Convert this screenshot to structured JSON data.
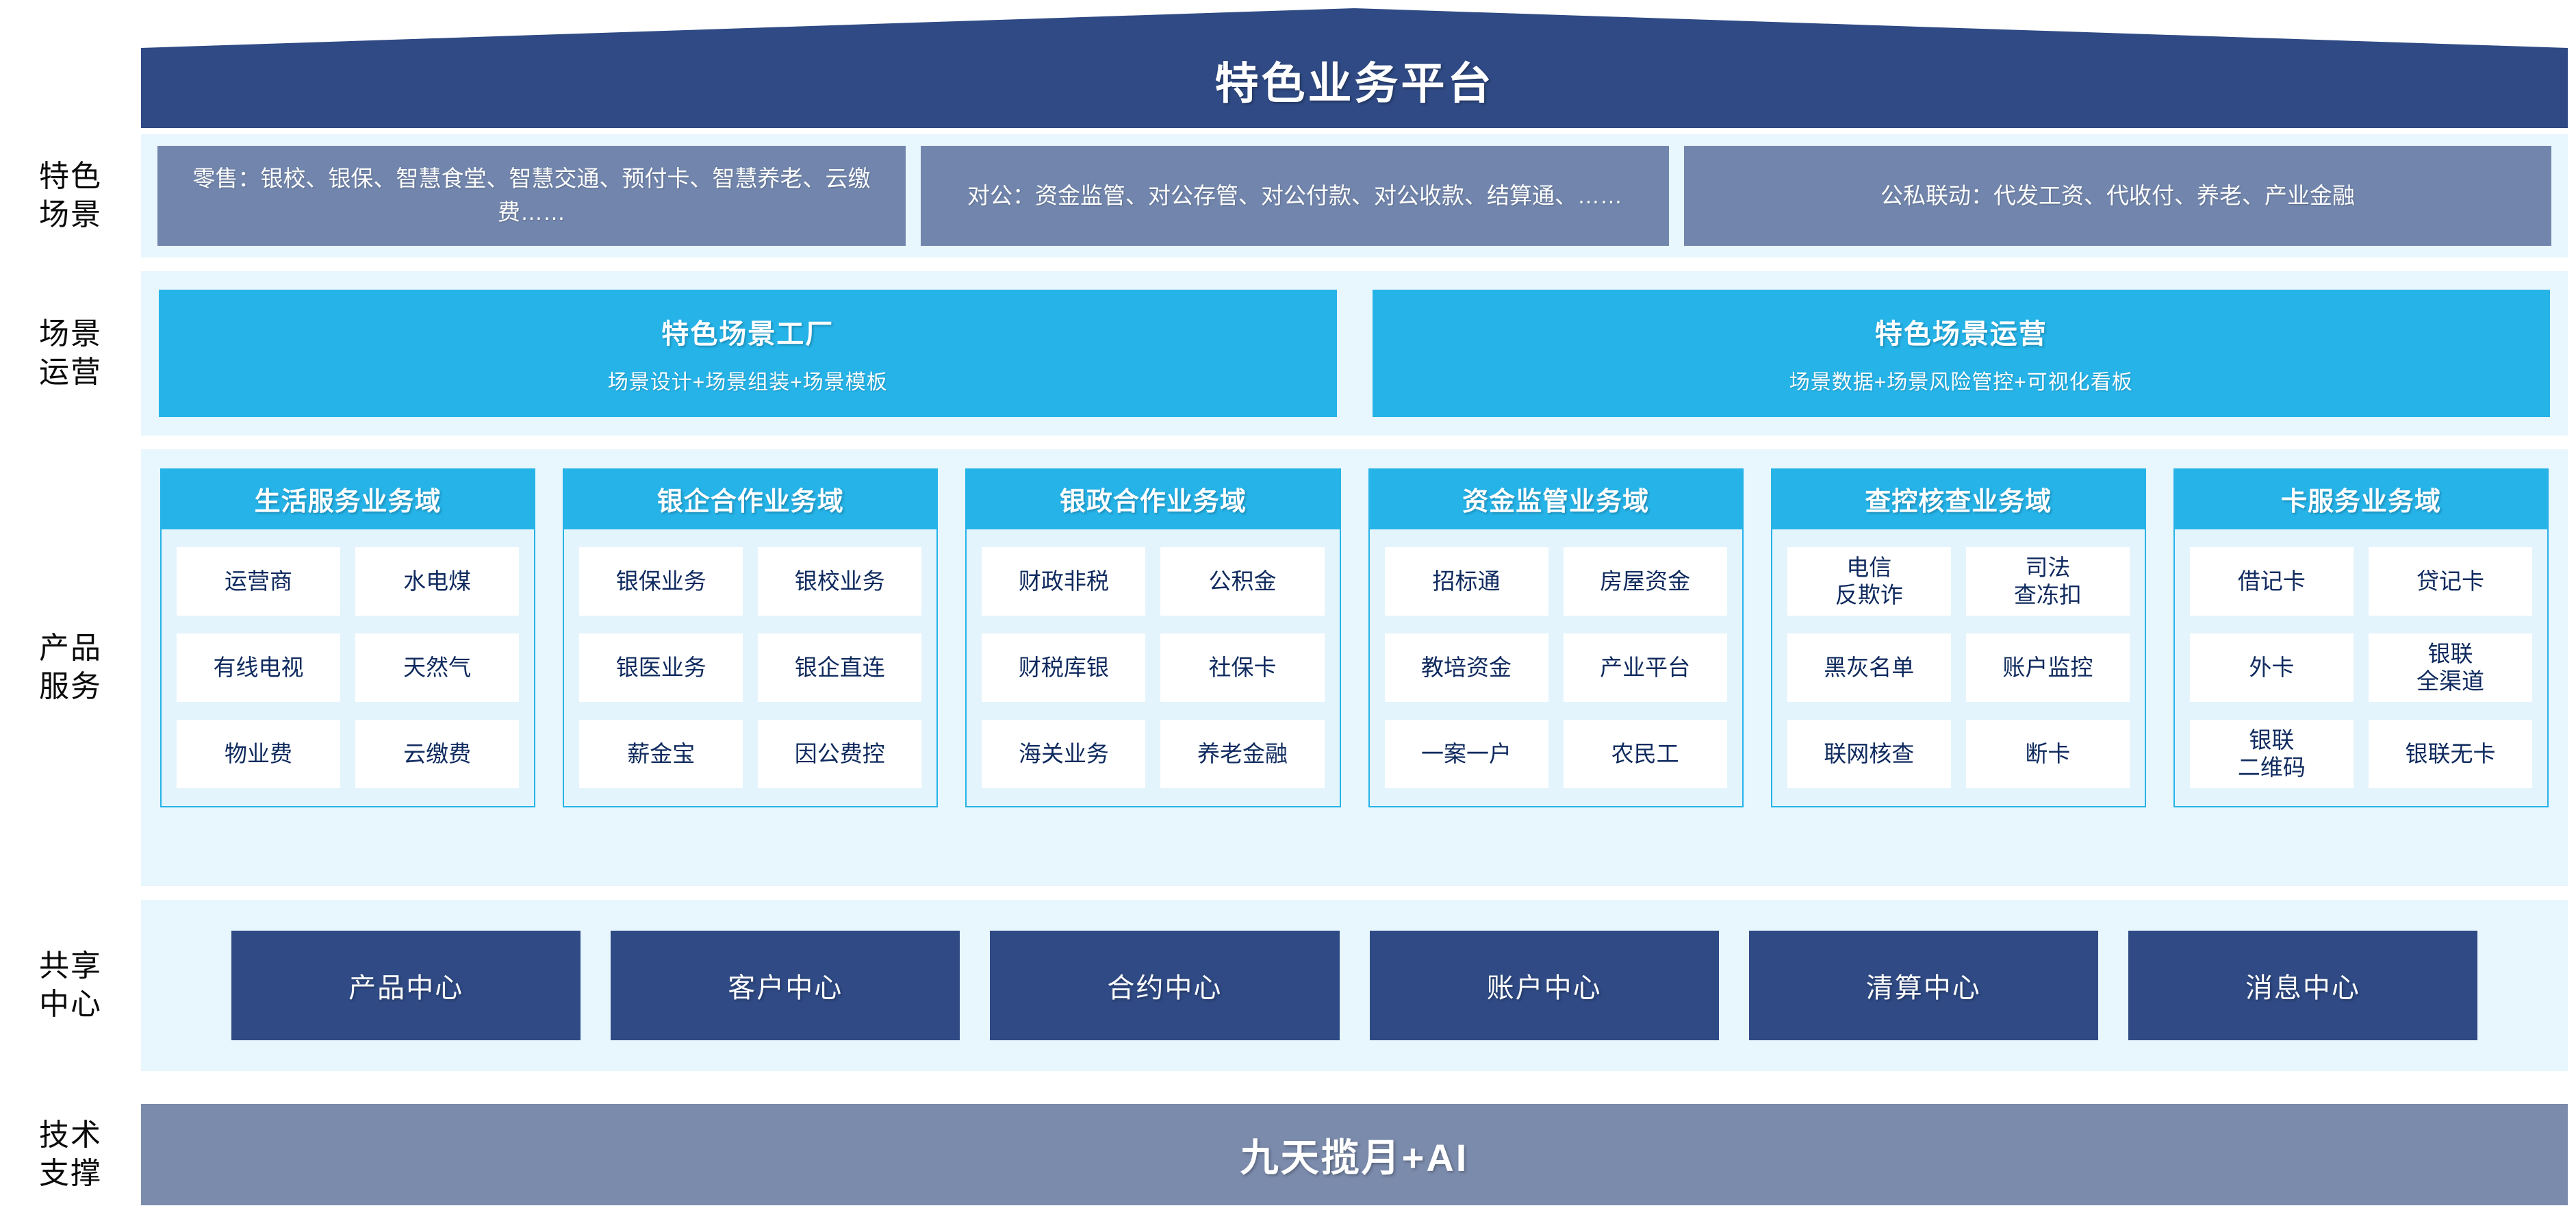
{
  "header": {
    "title": "特色业务平台"
  },
  "row_labels": {
    "scene": "特色\n场景",
    "operation": "场景\n运营",
    "product": "产品\n服务",
    "center": "共享\n中心",
    "tech": "技术\n支撑"
  },
  "scenes": [
    {
      "text": "零售：银校、银保、智慧食堂、智慧交通、预付卡、智慧养老、云缴费……"
    },
    {
      "text": "对公：资金监管、对公存管、对公付款、对公收款、结算通、……"
    },
    {
      "text": "公私联动：代发工资、代收付、养老、产业金融"
    }
  ],
  "operations": [
    {
      "title": "特色场景工厂",
      "subtitle": "场景设计+场景组装+场景模板"
    },
    {
      "title": "特色场景运营",
      "subtitle": "场景数据+场景风险管控+可视化看板"
    }
  ],
  "domains": [
    {
      "title": "生活服务业务域",
      "items": [
        "运营商",
        "水电煤",
        "有线电视",
        "天然气",
        "物业费",
        "云缴费"
      ]
    },
    {
      "title": "银企合作业务域",
      "items": [
        "银保业务",
        "银校业务",
        "银医业务",
        "银企直连",
        "薪金宝",
        "因公费控"
      ]
    },
    {
      "title": "银政合作业务域",
      "items": [
        "财政非税",
        "公积金",
        "财税库银",
        "社保卡",
        "海关业务",
        "养老金融"
      ]
    },
    {
      "title": "资金监管业务域",
      "items": [
        "招标通",
        "房屋资金",
        "教培资金",
        "产业平台",
        "一案一户",
        "农民工"
      ]
    },
    {
      "title": "查控核查业务域",
      "items": [
        "电信\n反欺诈",
        "司法\n查冻扣",
        "黑灰名单",
        "账户监控",
        "联网核查",
        "断卡"
      ]
    },
    {
      "title": "卡服务业务域",
      "items": [
        "借记卡",
        "贷记卡",
        "外卡",
        "银联\n全渠道",
        "银联\n二维码",
        "银联无卡"
      ]
    }
  ],
  "centers": [
    "产品中心",
    "客户中心",
    "合约中心",
    "账户中心",
    "清算中心",
    "消息中心"
  ],
  "tech_support": {
    "label": "九天揽月+AI"
  },
  "colors": {
    "roof_navy": "#2f4a84",
    "panel_bg": "#e8f6fd",
    "scene_box": "#7286ad",
    "cyan": "#25b3e8",
    "center_navy": "#2f4a84",
    "tech_bar": "#7b8bac",
    "cell_text": "#0f2a5e"
  }
}
